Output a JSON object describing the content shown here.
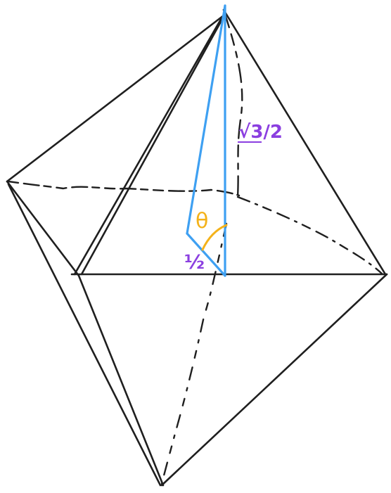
{
  "diagram": {
    "type": "hand-drawn octahedron sketch",
    "colors": {
      "edges": "#1f1f1f",
      "highlight_triangle": "#3ea0f2",
      "angle_mark": "#f4b21a",
      "length_labels": "#8b3fe0",
      "background": "#ffffff"
    },
    "labels": {
      "height": "√3/2",
      "base": "½",
      "angle": "θ"
    }
  }
}
